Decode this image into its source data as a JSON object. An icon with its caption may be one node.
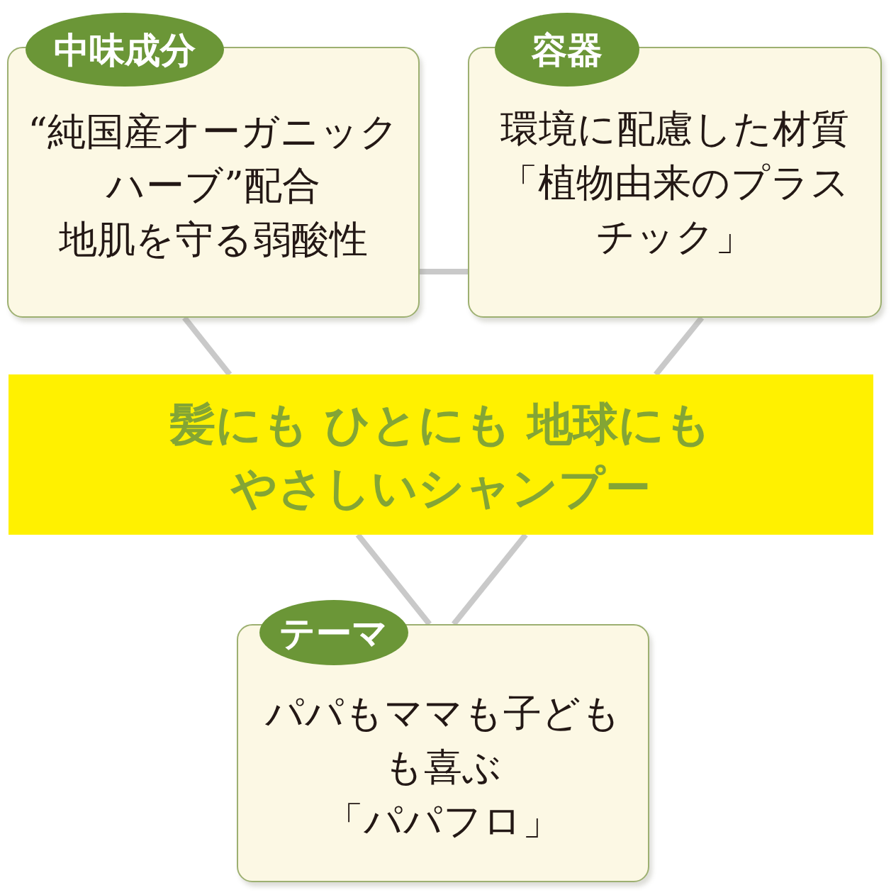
{
  "diagram": {
    "nodes": [
      {
        "text": [
          "中味成分",
          "“純国産オーガニックハーブ”配合",
          "地肌を守る弱酸性"
        ]
      },
      {
        "text": [
          "容器",
          "環境に配慮した材質「植物由来のプラスチック」"
        ]
      },
      {
        "text": [
          "髪にも ひとにも 地球にもやさしいシャンプー"
        ]
      },
      {
        "text": [
          "テーマ",
          "パパもママも子どもも喜ぶ",
          "「パパフロ」"
        ]
      }
    ],
    "edges": [
      {
        "from": 0,
        "to": 1,
        "arrow": "none"
      },
      {
        "from": 0,
        "to": 2,
        "arrow": "none"
      },
      {
        "from": 1,
        "to": 2,
        "arrow": "none"
      },
      {
        "from": 2,
        "to": 3,
        "arrow": "none"
      },
      {
        "from": 2,
        "to": 3,
        "arrow": "none"
      }
    ]
  }
}
